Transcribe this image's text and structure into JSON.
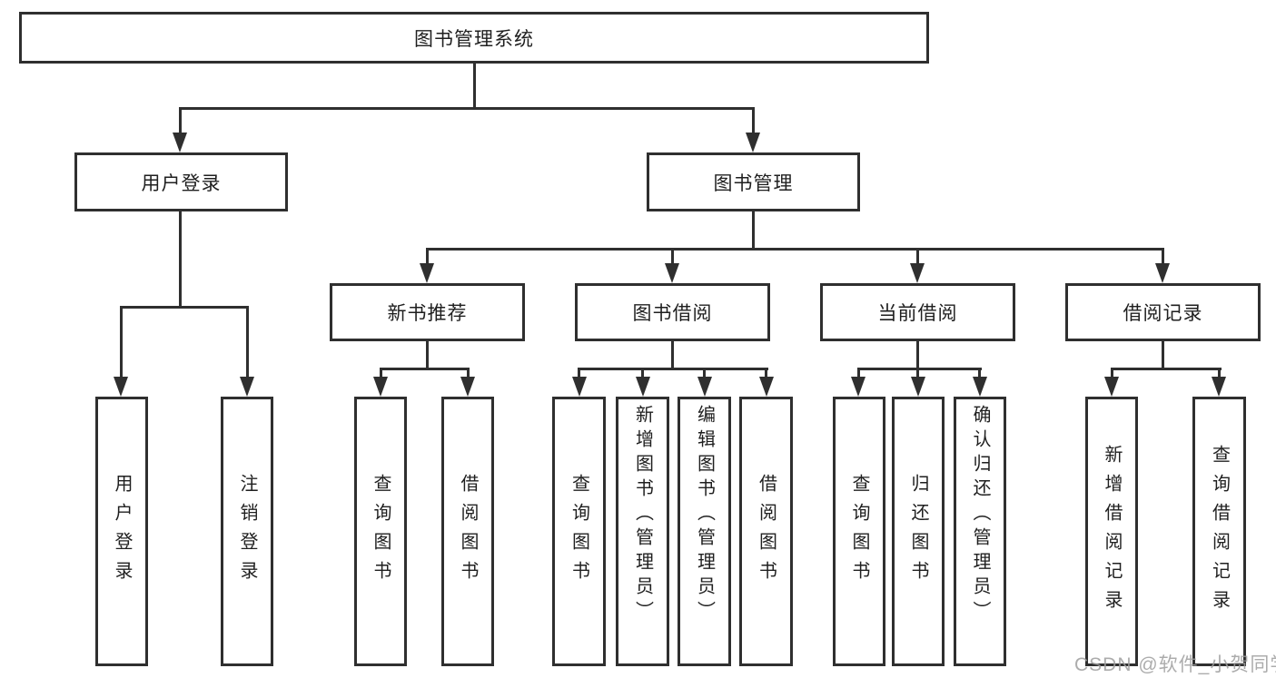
{
  "root": {
    "label": "图书管理系统"
  },
  "branches": [
    {
      "label": "用户登录",
      "children": [
        {
          "label": "用户登录"
        },
        {
          "label": "注销登录"
        }
      ]
    },
    {
      "label": "图书管理",
      "children": [
        {
          "label": "新书推荐",
          "children": [
            {
              "label": "查询图书"
            },
            {
              "label": "借阅图书"
            }
          ]
        },
        {
          "label": "图书借阅",
          "children": [
            {
              "label": "查询图书"
            },
            {
              "label": "新增图书（管理员）"
            },
            {
              "label": "编辑图书（管理员）"
            },
            {
              "label": "借阅图书"
            }
          ]
        },
        {
          "label": "当前借阅",
          "children": [
            {
              "label": "查询图书"
            },
            {
              "label": "归还图书"
            },
            {
              "label": "确认归还（管理员）"
            }
          ]
        },
        {
          "label": "借阅记录",
          "children": [
            {
              "label": "新增借阅记录"
            },
            {
              "label": "查询借阅记录"
            }
          ]
        }
      ]
    }
  ],
  "watermark": {
    "text": "CSDN @软件_小贺同学"
  },
  "colors": {
    "line": "#2f2f2f",
    "text": "#1f1f1f",
    "watermark": "#9e9e9e"
  }
}
